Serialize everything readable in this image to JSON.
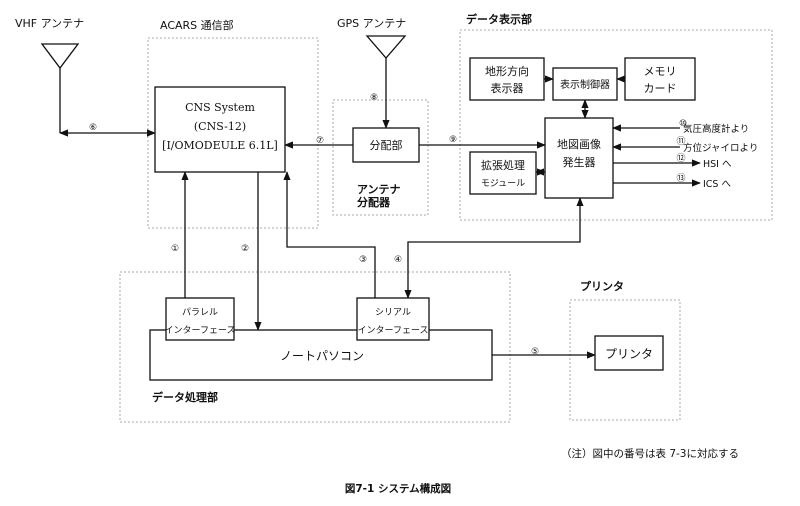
{
  "diagram": {
    "caption": "図7-1 システム構成図",
    "note": "（注）図中の番号は表 7-3に対応する",
    "antennas": {
      "vhf": "VHF アンテナ",
      "gps": "GPS アンテナ"
    },
    "sections": {
      "acars": "ACARS 通信部",
      "display": "データ表示部",
      "antenna_splitter": [
        "アンテナ",
        "分配器"
      ],
      "data_processing": "データ処理部",
      "printer": "プリンタ"
    },
    "boxes": {
      "cns": [
        "CNS System",
        "(CNS-12)",
        "[I/OMODEULE 6.1L]"
      ],
      "splitter": "分配部",
      "terrain": [
        "地形方向",
        "表示器"
      ],
      "display_ctrl": "表示制御器",
      "memory": [
        "メモリ",
        "カード"
      ],
      "map_gen": [
        "地図画像",
        "発生器"
      ],
      "ext_module": [
        "拡張処理",
        "モジュール"
      ],
      "parallel_if": [
        "パラレル",
        "インターフェース"
      ],
      "serial_if": [
        "シリアル",
        "インターフェース"
      ],
      "notebook": "ノートパソコン",
      "printer": "プリンタ"
    },
    "signals": {
      "pressure_alt": "気圧高度計より",
      "gyro": "方位ジャイロより",
      "hsi": "HSI へ",
      "ics": "ICS へ"
    },
    "numbers": [
      "①",
      "②",
      "③",
      "④",
      "⑤",
      "⑥",
      "⑦",
      "⑧",
      "⑨",
      "⑩",
      "⑪",
      "⑫",
      "⑬"
    ]
  }
}
